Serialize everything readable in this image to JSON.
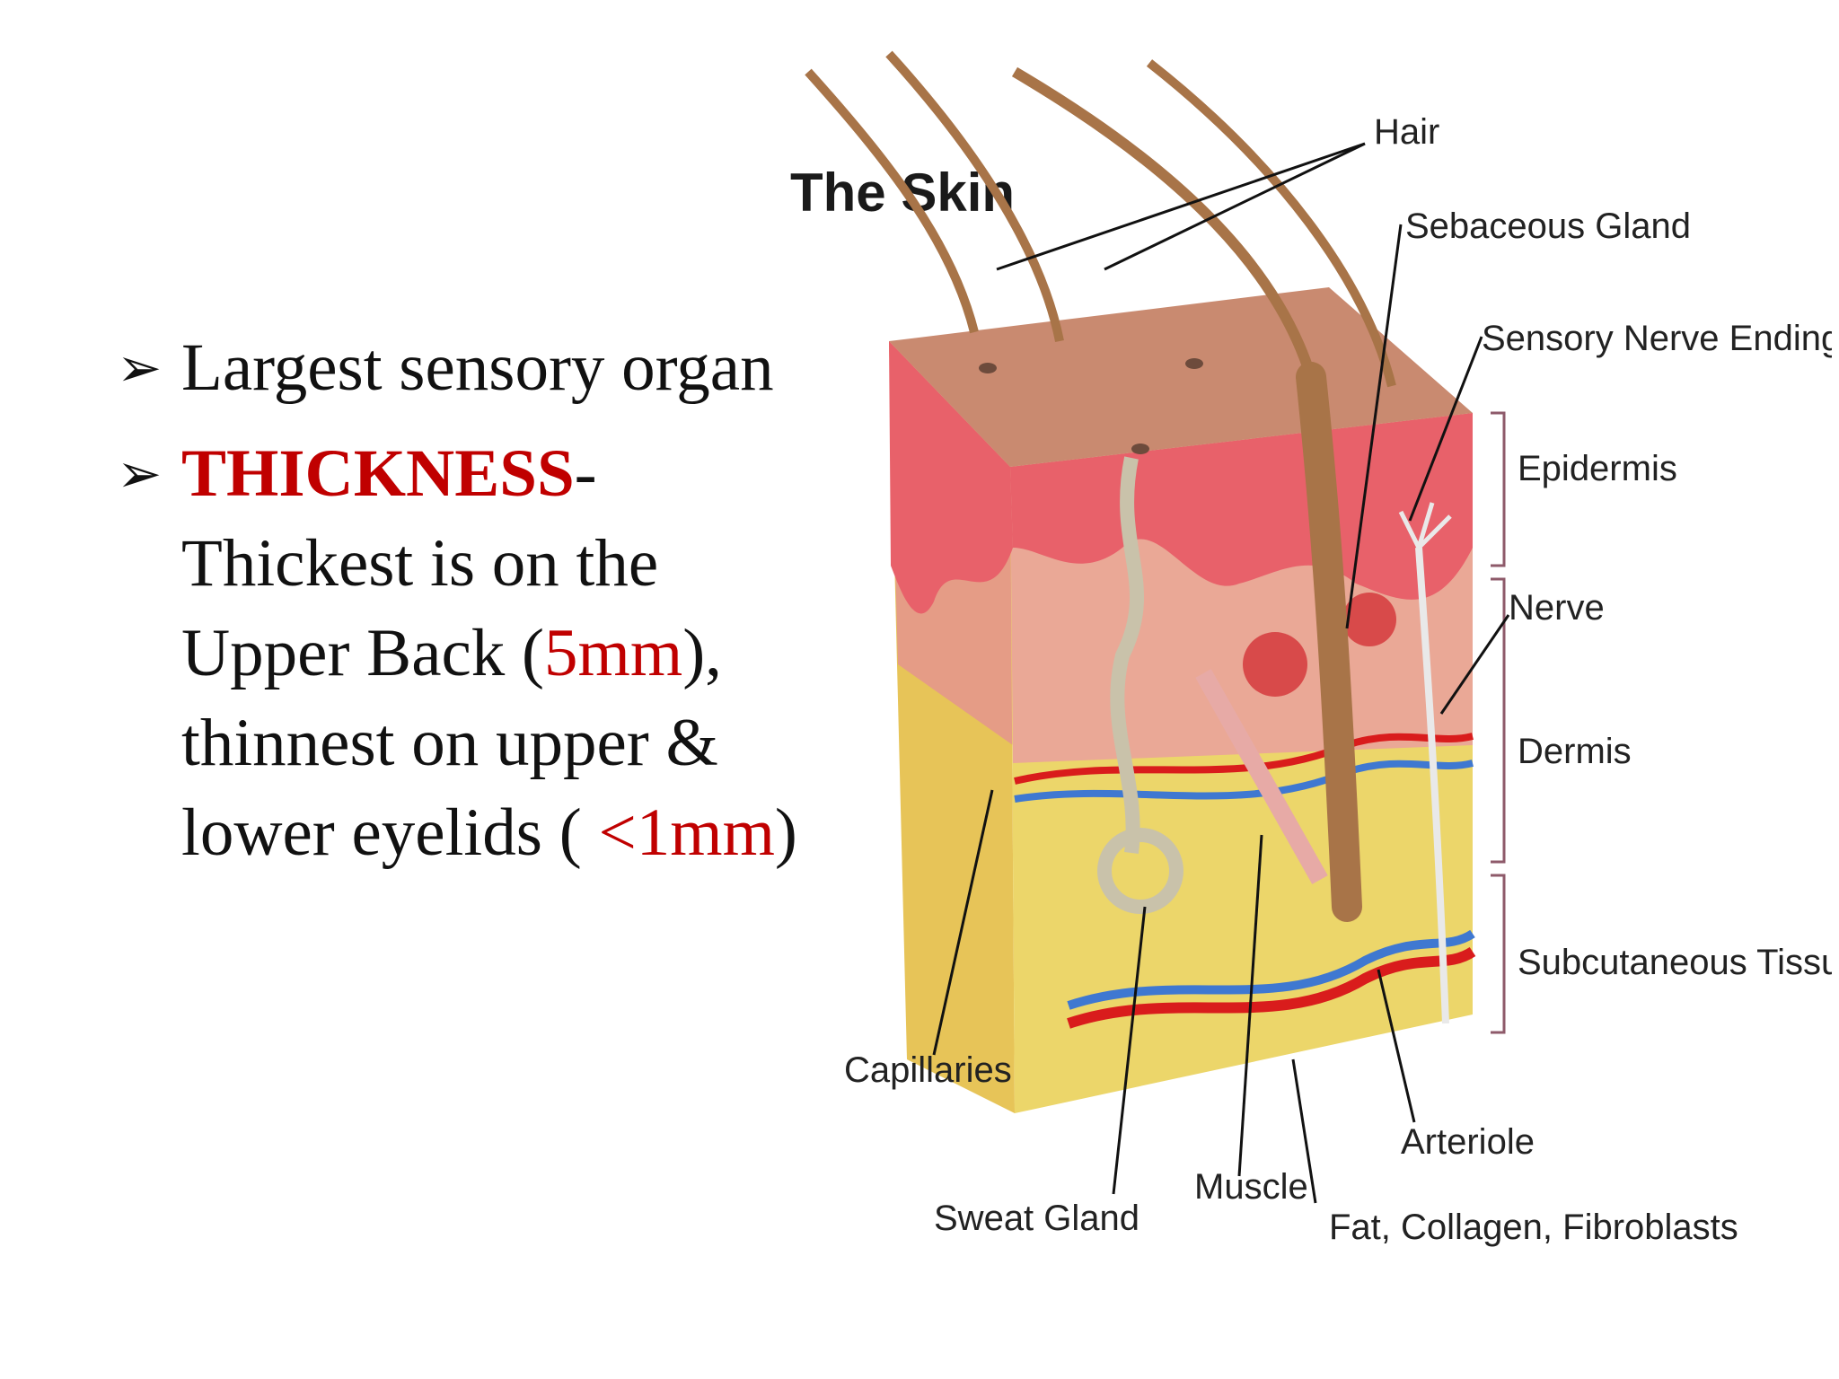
{
  "bullets": [
    {
      "text": "Largest sensory organ"
    },
    {
      "term": "THICKNESS",
      "dash": "-",
      "pre": "Thickest is on the Upper Back (",
      "v1": "5mm",
      "mid": "), thinnest on upper & lower eyelids   (",
      "v2": "<1mm",
      "post": ")"
    }
  ],
  "diagram": {
    "title": "The Skin",
    "labels": {
      "hair": "Hair",
      "sebaceous": "Sebaceous Gland",
      "sensory": "Sensory Nerve Ending",
      "epidermis": "Epidermis",
      "nerve": "Nerve",
      "dermis": "Dermis",
      "subcutaneous": "Subcutaneous Tissue",
      "capillaries": "Capillaries",
      "arteriole": "Arteriole",
      "muscle": "Muscle",
      "sweat": "Sweat Gland",
      "fat": "Fat, Collagen, Fibroblasts"
    }
  },
  "colors": {
    "text": "#111111",
    "accent": "#c00000",
    "epidermis": "#e8616a",
    "dermis": "#eaa896",
    "subcutaneous": "#ecd66a",
    "hair": "#a87448",
    "artery": "#d91c1c",
    "vein": "#3f78d1"
  }
}
